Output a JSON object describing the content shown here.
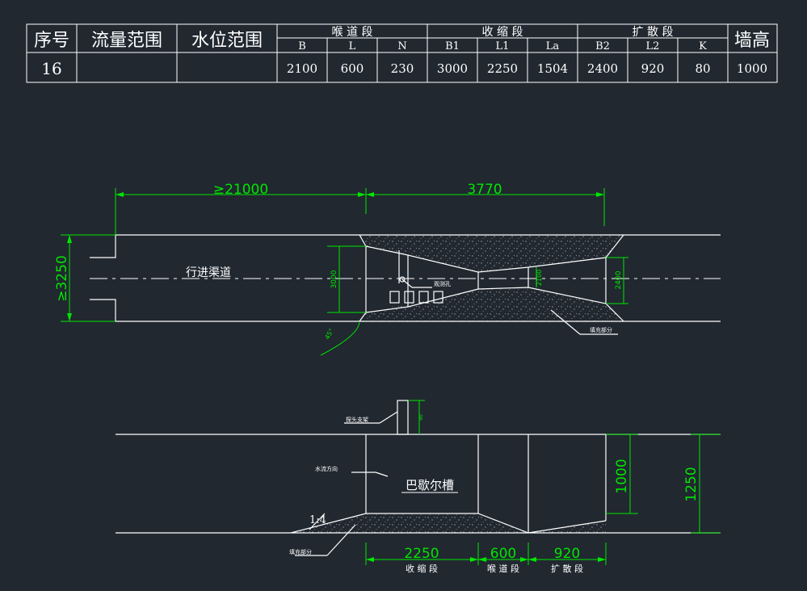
{
  "table": {
    "headers": {
      "seq": "序号",
      "flow": "流量范围",
      "level": "水位范围",
      "throat": "喉 道 段",
      "converge": "收 缩 段",
      "diverge": "扩 散 段",
      "wall": "墙高"
    },
    "subheaders": [
      "B",
      "L",
      "N",
      "B1",
      "L1",
      "La",
      "B2",
      "L2",
      "K"
    ],
    "row": {
      "seq": "16",
      "flow": "",
      "level": "",
      "values": [
        "2100",
        "600",
        "230",
        "3000",
        "2250",
        "1504",
        "2400",
        "920",
        "80",
        "1000"
      ]
    }
  },
  "plan": {
    "dim_top_left": "≥21000",
    "dim_top_right": "3770",
    "dim_left": "≥3250",
    "channel_label": "行进渠道",
    "dim_3000": "3000",
    "dim_2100": "2100",
    "dim_2400": "2400",
    "angle_label": "45°",
    "well_label": "观测孔",
    "fill_label": "填充部分"
  },
  "section": {
    "support_label": "探头支架",
    "dim_support": "90",
    "flow_dir_label": "水流方向",
    "flume_label": "巴歇尔槽",
    "slope_label": "1:4",
    "fill_label": "填充部分",
    "dim_1000": "1000",
    "dim_1250": "1250",
    "bottom_dims": [
      "2250",
      "600",
      "920"
    ],
    "bottom_labels": [
      "收 缩 段",
      "喉 道 段",
      "扩 散 段"
    ]
  },
  "colors": {
    "background": "#212830",
    "line": "#ffffff",
    "dimension": "#00e600"
  }
}
